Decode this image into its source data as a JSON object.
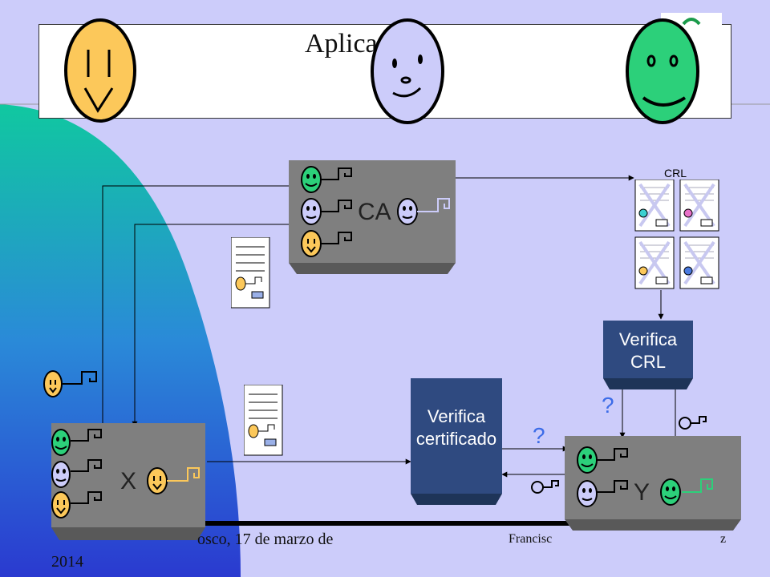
{
  "slide": {
    "title": "Aplicación",
    "ca_label": "CA",
    "x_label": "X",
    "y_label": "Y",
    "verify_cert": "Verifica certificado",
    "verify_cert_l1": "Verifica",
    "verify_cert_l2": "certificado",
    "verify_crl_l1": "Verifica",
    "verify_crl_l2": "CRL",
    "crl_label": "CRL",
    "question1": "?",
    "question2": "?",
    "footer_left": "osco, 17 de marzo de",
    "footer_year": "2014",
    "footer_right_1": "Francisc",
    "footer_right_2": "z"
  },
  "colors": {
    "background": "#ccccfa",
    "face_orange": "#fcc85a",
    "face_lavender": "#ccccfa",
    "face_green": "#2cd07a",
    "box_gray": "#7f7f7f",
    "verify_blue": "#2f4a80",
    "question_blue": "#3c6ce8"
  }
}
